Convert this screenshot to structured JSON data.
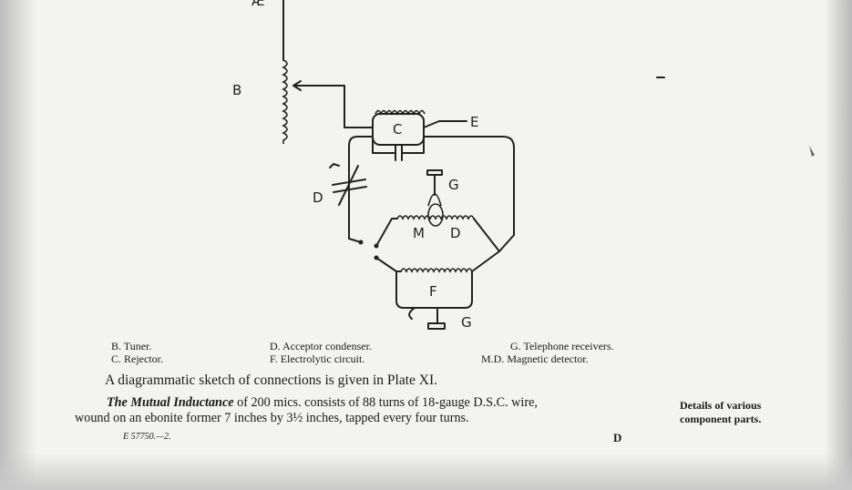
{
  "diagram": {
    "labels": {
      "top": "Æ",
      "B": "B",
      "C": "C",
      "E": "E",
      "D": "D",
      "G_upper": "G",
      "M": "M",
      "D_detector": "D",
      "F": "F",
      "G_lower": "G"
    }
  },
  "legend": {
    "col1": [
      "B. Tuner.",
      "C. Rejector."
    ],
    "col2": [
      "D. Acceptor condenser.",
      "F. Electrolytic circuit."
    ],
    "col3": [
      "G. Telephone receivers.",
      "M.D. Magnetic detector."
    ]
  },
  "body": {
    "plate_reference": "A diagrammatic sketch of connections is given in Plate XI.",
    "mutual_inductance_lead": "The Mutual Inductance",
    "mutual_inductance_rest": " of 200 mics. consists of 88 turns of 18-gauge D.S.C. wire,",
    "mutual_inductance_line2": "wound on an ebonite former 7 inches by 3½ inches, tapped every four turns."
  },
  "margin_note": {
    "line1": "Details of various",
    "line2": "component parts."
  },
  "footer": {
    "reference": "E 57750.—2.",
    "letter": "D"
  }
}
